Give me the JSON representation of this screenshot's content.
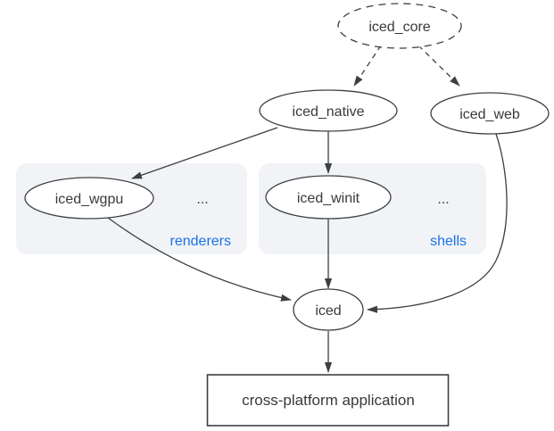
{
  "diagram": {
    "nodes": {
      "iced_core": {
        "label": "iced_core",
        "shape": "ellipse",
        "style": "dashed"
      },
      "iced_native": {
        "label": "iced_native",
        "shape": "ellipse",
        "style": "solid"
      },
      "iced_web": {
        "label": "iced_web",
        "shape": "ellipse",
        "style": "solid"
      },
      "iced_wgpu": {
        "label": "iced_wgpu",
        "shape": "ellipse",
        "style": "solid"
      },
      "iced_winit": {
        "label": "iced_winit",
        "shape": "ellipse",
        "style": "solid"
      },
      "iced": {
        "label": "iced",
        "shape": "ellipse",
        "style": "solid"
      },
      "application": {
        "label": "cross-platform application",
        "shape": "rectangle",
        "style": "solid"
      }
    },
    "groups": {
      "renderers": {
        "label": "renderers",
        "ellipsis": "...",
        "members": [
          "iced_wgpu"
        ]
      },
      "shells": {
        "label": "shells",
        "ellipsis": "...",
        "members": [
          "iced_winit"
        ]
      }
    },
    "edges": [
      {
        "from": "iced_core",
        "to": "iced_native",
        "style": "dashed"
      },
      {
        "from": "iced_core",
        "to": "iced_web",
        "style": "dashed"
      },
      {
        "from": "iced_native",
        "to": "iced_wgpu",
        "style": "solid"
      },
      {
        "from": "iced_native",
        "to": "iced_winit",
        "style": "solid"
      },
      {
        "from": "iced_wgpu",
        "to": "iced",
        "style": "solid"
      },
      {
        "from": "iced_winit",
        "to": "iced",
        "style": "solid"
      },
      {
        "from": "iced_web",
        "to": "iced",
        "style": "solid"
      },
      {
        "from": "iced",
        "to": "application",
        "style": "solid"
      }
    ],
    "colors": {
      "edge": "#3c4043",
      "node_stroke": "#3c4043",
      "text": "#37393b",
      "group_fill": "#f1f3f6",
      "group_label": "#1a73e8",
      "background": "#ffffff"
    }
  }
}
